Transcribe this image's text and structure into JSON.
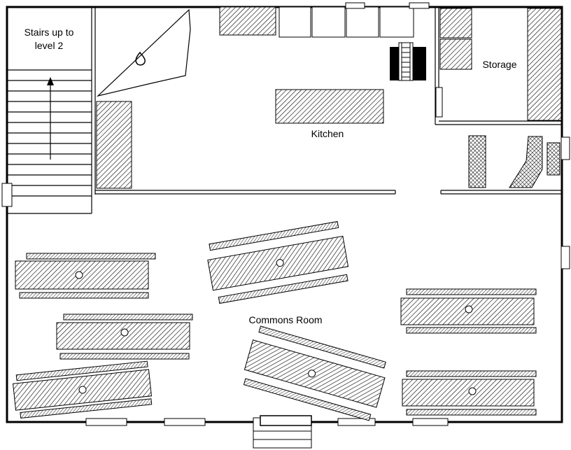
{
  "labels": {
    "stairs": [
      "Stairs up to",
      "level 2"
    ],
    "kitchen": "Kitchen",
    "storage": "Storage",
    "commons": "Commons Room"
  },
  "colors": {
    "ink": "#000000",
    "background": "#ffffff"
  },
  "icons": {
    "fire": "flame-icon",
    "arrow": "arrow-up-icon",
    "ladder": "ladder-icon"
  }
}
